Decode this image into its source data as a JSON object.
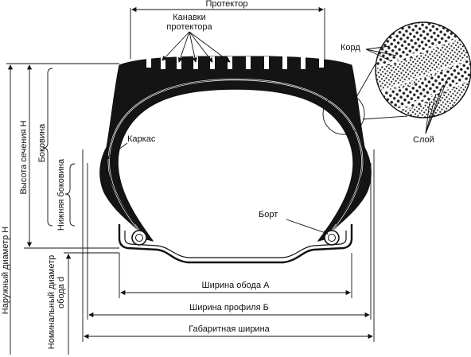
{
  "labels": {
    "protector": "Протектор",
    "grooves_line1": "Канавки",
    "grooves_line2": "протектора",
    "cord": "Корд",
    "layer": "Слой",
    "carcass": "Каркас",
    "bead": "Борт",
    "rim_width": "Ширина обода А",
    "profile_width": "Ширина профиля Б",
    "overall_width": "Габаритная ширина",
    "section_height": "Высота сечения Н",
    "sidewall": "Боковина",
    "lower_sidewall": "Нижняя боковина",
    "outer_diameter": "Наружный диаметр Н",
    "rim_diameter_line1": "Номинальный диаметр",
    "rim_diameter_line2": "обода d"
  }
}
